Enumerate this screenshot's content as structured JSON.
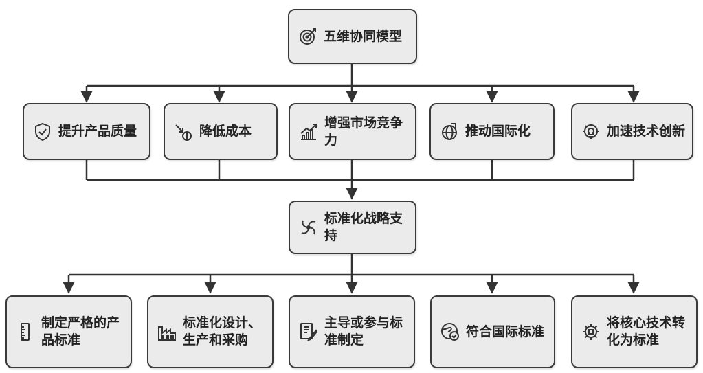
{
  "top": {
    "label": "五维协同模型",
    "icon": "target-icon"
  },
  "goals": [
    {
      "label": "提升产品质量",
      "icon": "shield-check-icon"
    },
    {
      "label": "降低成本",
      "icon": "money-down-icon"
    },
    {
      "label": "增强市场竞争力",
      "icon": "growth-chart-icon"
    },
    {
      "label": "推动国际化",
      "icon": "globe-icon"
    },
    {
      "label": "加速技术创新",
      "icon": "gear-lightbulb-icon"
    }
  ],
  "center": {
    "label": "标准化战略支持",
    "icon": "strategy-swirl-icon"
  },
  "actions": [
    {
      "label": "制定严格的产品标准",
      "icon": "ruler-icon"
    },
    {
      "label": "标准化设计、生产和采购",
      "icon": "factory-icon"
    },
    {
      "label": "主导或参与标准制定",
      "icon": "document-pen-icon"
    },
    {
      "label": "符合国际标准",
      "icon": "globe-check-icon"
    },
    {
      "label": "将核心技术转化为标准",
      "icon": "gear-chip-icon"
    }
  ]
}
